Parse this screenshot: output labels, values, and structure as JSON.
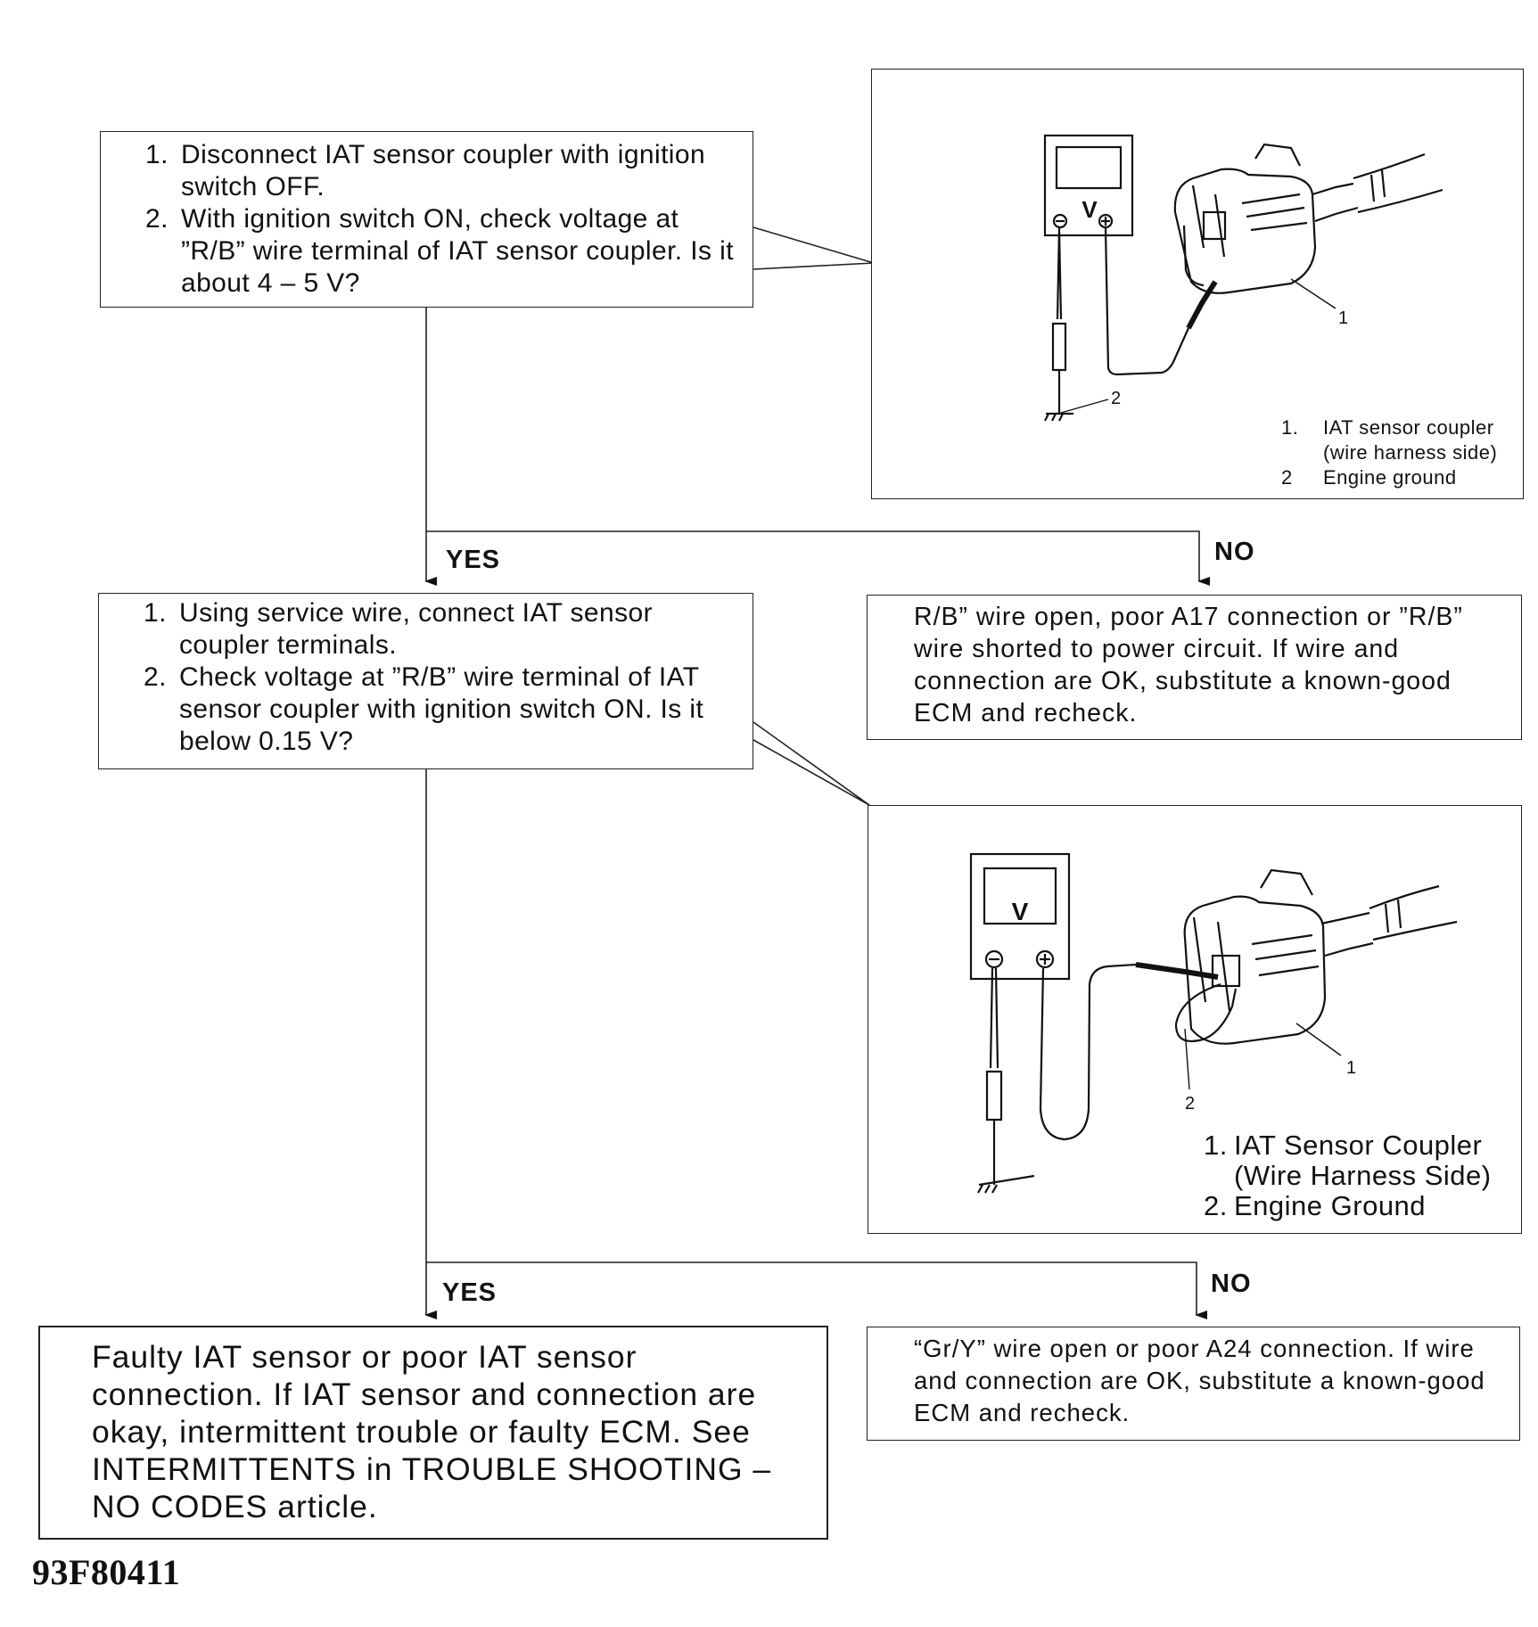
{
  "step1": {
    "items": [
      {
        "num": "1.",
        "text": "Disconnect IAT sensor coupler with ignition switch OFF."
      },
      {
        "num": "2.",
        "text": "With ignition switch ON, check voltage at ”R/B” wire terminal of IAT sensor coupler. Is it about 4 – 5 V?"
      }
    ]
  },
  "illustration1": {
    "meter_label": "V",
    "callout_1": "1",
    "callout_2": "2",
    "legend": [
      {
        "num": "1.",
        "text": "IAT sensor coupler (wire harness side)"
      },
      {
        "num": "2",
        "text": "Engine ground"
      }
    ]
  },
  "branch1": {
    "yes": "YES",
    "no": "NO"
  },
  "result_no_1": "R/B” wire open, poor A17 connection or ”R/B” wire shorted to power circuit. If wire and connection are OK, substitute a known-good ECM and recheck.",
  "step2": {
    "items": [
      {
        "num": "1.",
        "text": "Using service wire, connect IAT sensor coupler terminals."
      },
      {
        "num": "2.",
        "text": "Check voltage at ”R/B” wire terminal of IAT sensor coupler with ignition switch ON. Is it below 0.15 V?"
      }
    ]
  },
  "illustration2": {
    "meter_label": "V",
    "callout_1": "1",
    "callout_2": "2",
    "legend": [
      {
        "num": "1.",
        "text": "IAT Sensor Coupler (Wire Harness Side)"
      },
      {
        "num": "2.",
        "text": "Engine Ground"
      }
    ]
  },
  "branch2": {
    "yes": "YES",
    "no": "NO"
  },
  "result_yes_final": "Faulty IAT sensor or poor IAT sensor connection. If IAT sensor and connection are okay, intermittent trouble or faulty ECM. See INTERMITTENTS in TROUBLE SHOOTING – NO CODES article.",
  "result_no_2": "“Gr/Y” wire open or poor A24 connection. If wire and connection are OK, substitute a known-good ECM and recheck.",
  "figure_id": "93F80411"
}
